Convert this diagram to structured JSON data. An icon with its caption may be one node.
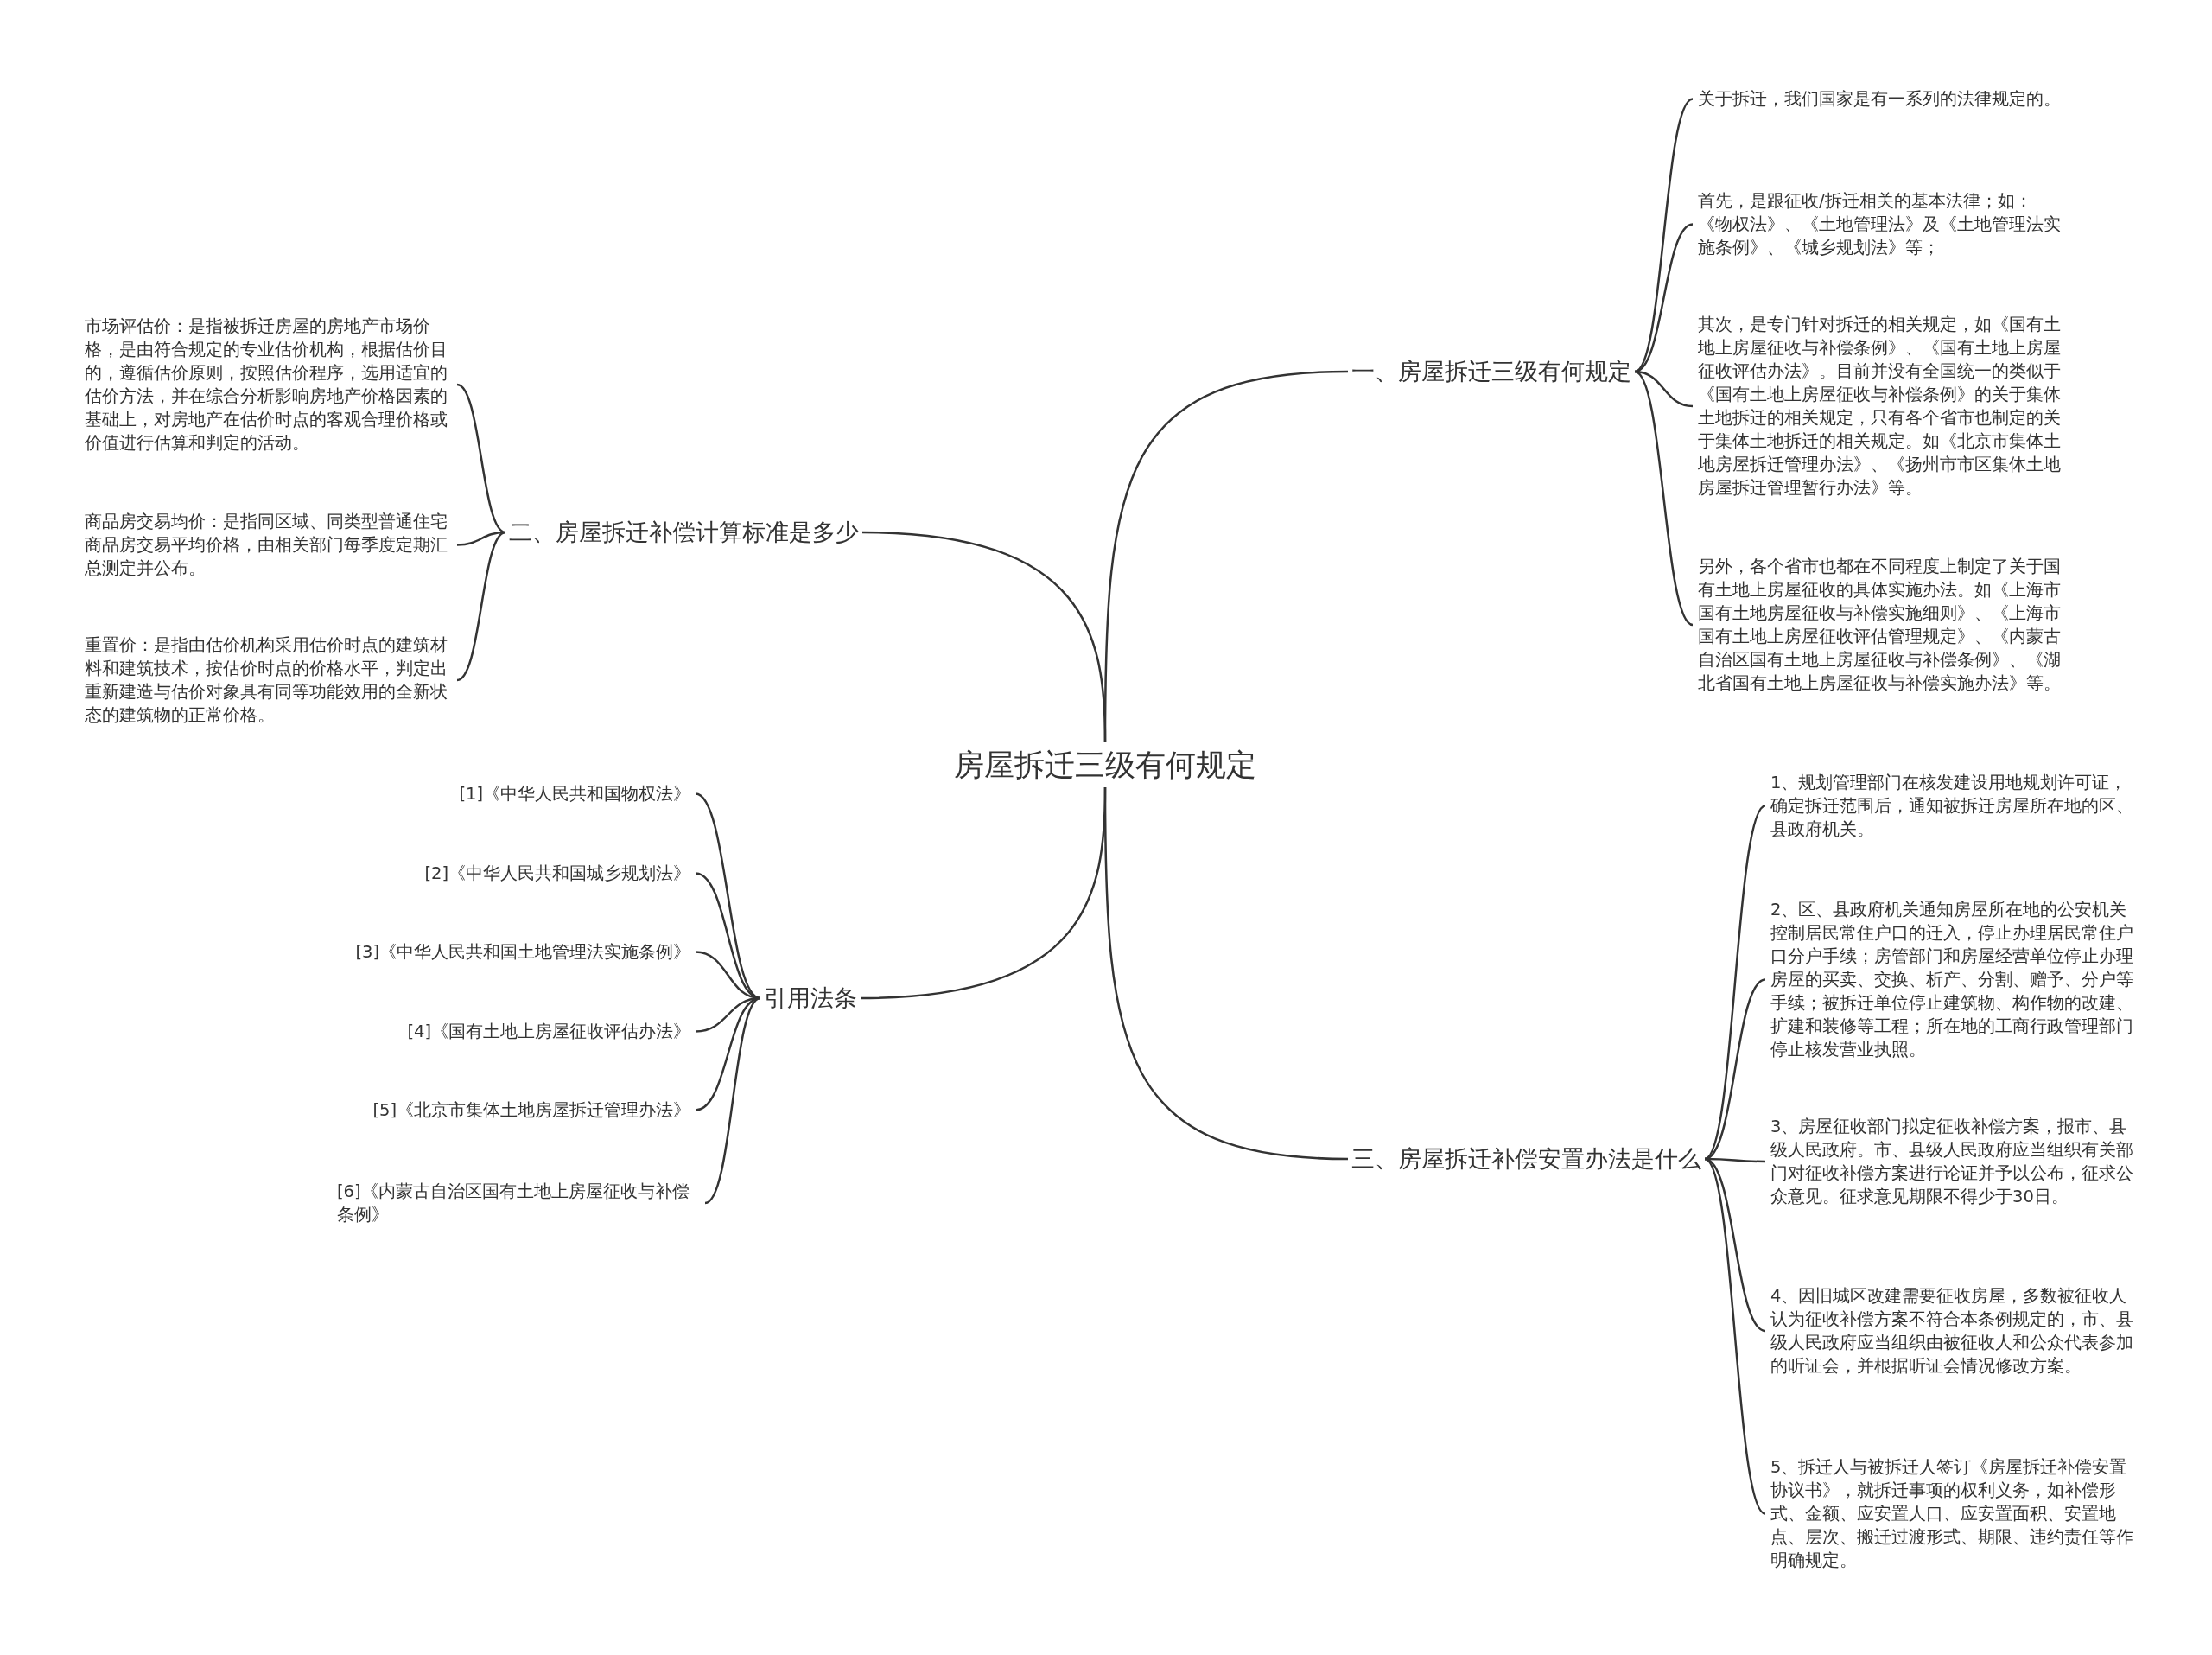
{
  "diagram": {
    "nodes": [
      {
        "text": [
          "房屋拆迁三级有何规定"
        ]
      },
      {
        "text": [
          "一、房屋拆迁三级有何规定"
        ]
      },
      {
        "text": [
          "关于拆迁，我们国家是有一系列的法律规定的。"
        ]
      },
      {
        "text": [
          "首先，是跟征收/拆迁相关的基本法律；如：《物权法》、《土地管理法》及《土地管理法实施条例》、《城乡规划法》等；"
        ]
      },
      {
        "text": [
          "其次，是专门针对拆迁的相关规定，如《国有土地上房屋征收与补偿条例》、《国有土地上房屋征收评估办法》。目前并没有全国统一的类似于《国有土地上房屋征收与补偿条例》的关于集体土地拆迁的相关规定，只有各个省市也制定的关于集体土地拆迁的相关规定。如《北京市集体土地房屋拆迁管理办法》、《扬州市市区集体土地房屋拆迁管理暂行办法》等。"
        ]
      },
      {
        "text": [
          "另外，各个省市也都在不同程度上制定了关于国有土地上房屋征收的具体实施办法。如《上海市国有土地房屋征收与补偿实施细则》、《上海市国有土地上房屋征收评估管理规定》、《内蒙古自治区国有土地上房屋征收与补偿条例》、《湖北省国有土地上房屋征收与补偿实施办法》等。"
        ]
      },
      {
        "text": [
          "二、房屋拆迁补偿计算标准是多少"
        ]
      },
      {
        "text": [
          "市场评估价：是指被拆迁房屋的房地产市场价格，是由符合规定的专业估价机构，根据估价目的，遵循估价原则，按照估价程序，选用适宜的估价方法，并在综合分析影响房地产价格因素的基础上，对房地产在估价时点的客观合理价格或价值进行估算和判定的活动。"
        ]
      },
      {
        "text": [
          "商品房交易均价：是指同区域、同类型普通住宅商品房交易平均价格，由相关部门每季度定期汇总测定并公布。"
        ]
      },
      {
        "text": [
          "重置价：是指由估价机构采用估价时点的建筑材料和建筑技术，按估价时点的价格水平，判定出重新建造与估价对象具有同等功能效用的全新状态的建筑物的正常价格。"
        ]
      },
      {
        "text": [
          "引用法条"
        ]
      },
      {
        "text": [
          "[1]《中华人民共和国物权法》"
        ]
      },
      {
        "text": [
          "[2]《中华人民共和国城乡规划法》"
        ]
      },
      {
        "text": [
          "[3]《中华人民共和国土地管理法实施条例》"
        ]
      },
      {
        "text": [
          "[4]《国有土地上房屋征收评估办法》"
        ]
      },
      {
        "text": [
          "[5]《北京市集体土地房屋拆迁管理办法》"
        ]
      },
      {
        "text": [
          "[6]《内蒙古自治区国有土地上房屋征收与补偿条例》"
        ]
      },
      {
        "text": [
          "三、房屋拆迁补偿安置办法是什么"
        ]
      },
      {
        "text": [
          "1、规划管理部门在核发建设用地规划许可证，确定拆迁范围后，通知被拆迁房屋所在地的区、县政府机关。"
        ]
      },
      {
        "text": [
          "2、区、县政府机关通知房屋所在地的公安机关控制居民常住户口的迁入，停止办理居民常住户口分户手续；房管部门和房屋经营单位停止办理房屋的买卖、交换、析产、分割、赠予、分户等手续；被拆迁单位停止建筑物、构作物的改建、扩建和装修等工程；所在地的工商行政管理部门停止核发营业执照。"
        ]
      },
      {
        "text": [
          "3、房屋征收部门拟定征收补偿方案，报市、县级人民政府。市、县级人民政府应当组织有关部门对征收补偿方案进行论证并予以公布，征求公众意见。征求意见期限不得少于30日。"
        ]
      },
      {
        "text": [
          "4、因旧城区改建需要征收房屋，多数被征收人认为征收补偿方案不符合本条例规定的，市、县级人民政府应当组织由被征收人和公众代表参加的听证会，并根据听证会情况修改方案。"
        ]
      },
      {
        "text": [
          "5、拆迁人与被拆迁人签订《房屋拆迁补偿安置协议书》，就拆迁事项的权利义务，如补偿形式、金额、应安置人口、应安置面积、安置地点、层次、搬迁过渡形式、期限、违约责任等作明确规定。"
        ]
      }
    ],
    "edges": [
      {
        "from": 0,
        "to": 1,
        "arrow": "none"
      },
      {
        "from": 1,
        "to": 2,
        "arrow": "none"
      },
      {
        "from": 1,
        "to": 3,
        "arrow": "none"
      },
      {
        "from": 1,
        "to": 4,
        "arrow": "none"
      },
      {
        "from": 1,
        "to": 5,
        "arrow": "none"
      },
      {
        "from": 0,
        "to": 6,
        "arrow": "none"
      },
      {
        "from": 6,
        "to": 7,
        "arrow": "none"
      },
      {
        "from": 6,
        "to": 8,
        "arrow": "none"
      },
      {
        "from": 6,
        "to": 9,
        "arrow": "none"
      },
      {
        "from": 0,
        "to": 10,
        "arrow": "none"
      },
      {
        "from": 10,
        "to": 11,
        "arrow": "none"
      },
      {
        "from": 10,
        "to": 12,
        "arrow": "none"
      },
      {
        "from": 10,
        "to": 13,
        "arrow": "none"
      },
      {
        "from": 10,
        "to": 14,
        "arrow": "none"
      },
      {
        "from": 10,
        "to": 15,
        "arrow": "none"
      },
      {
        "from": 10,
        "to": 16,
        "arrow": "none"
      },
      {
        "from": 0,
        "to": 17,
        "arrow": "none"
      },
      {
        "from": 17,
        "to": 18,
        "arrow": "none"
      },
      {
        "from": 17,
        "to": 19,
        "arrow": "none"
      },
      {
        "from": 17,
        "to": 20,
        "arrow": "none"
      },
      {
        "from": 17,
        "to": 21,
        "arrow": "none"
      },
      {
        "from": 17,
        "to": 22,
        "arrow": "none"
      }
    ]
  }
}
